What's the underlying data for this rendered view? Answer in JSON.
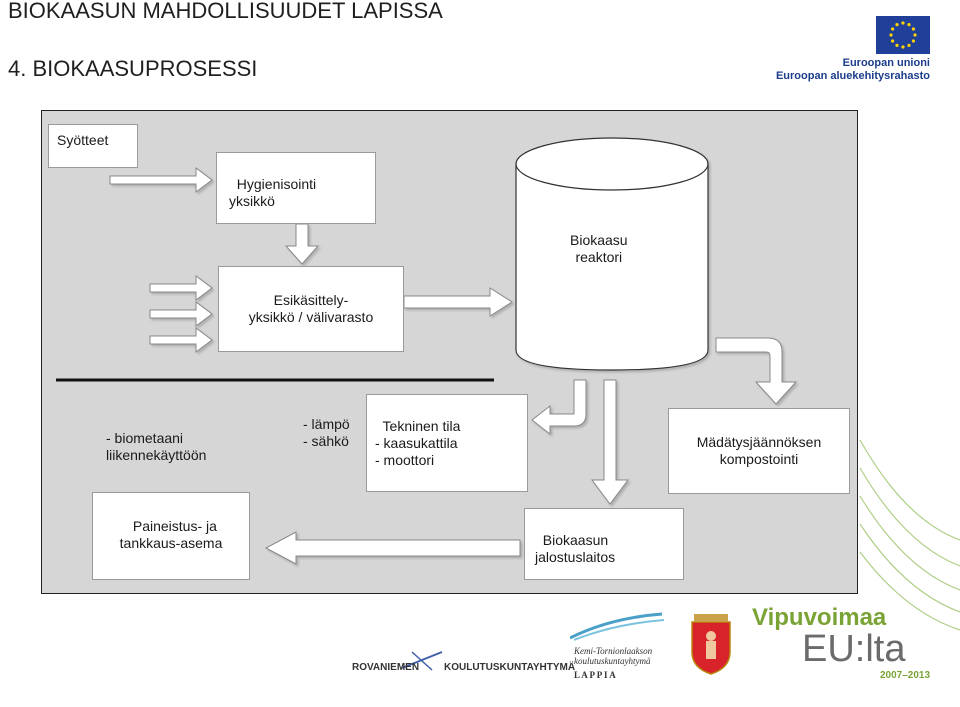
{
  "header": {
    "title": "BIOKAASUN MAHDOLLISUUDET LAPISSA",
    "subtitle": "4. BIOKAASUPROSESSI"
  },
  "eu_logo": {
    "line1": "Euroopan unioni",
    "line2": "Euroopan aluekehitysrahasto"
  },
  "diagram": {
    "feed_label": "Syötteet",
    "hygienisation": "Hygienisointi\nyksikkö",
    "pretreatment": "Esikäsittely-\nyksikkö / välivarasto",
    "reactor": "Biokaasu\nreaktori",
    "biomethane": "- biometaani\nliikennekäyttöön",
    "heat_power": "- lämpö\n- sähkö",
    "technical_room": "Tekninen tila\n- kaasukattila\n- moottori",
    "digestate": "Mädätysjäännöksen\nkompostointi",
    "pressure_station": "Paineistus- ja\ntankkaus-asema",
    "upgrading_plant": "Biokaasun\njalostuslaitos"
  },
  "footer": {
    "org1": "ROVANIEMEN",
    "org2": "KOULUTUSKUNTAYHTYMÄ",
    "kemi_line1": "Kemi-Tornionlaakson",
    "kemi_line2": "koulutuskuntayhtymä",
    "kemi_line3": "L A P P I A",
    "vipu_line1": "Vipuvoimaa",
    "vipu_line2": "EU:lta",
    "vipu_years": "2007–2013"
  },
  "colors": {
    "panel": "#d6d6d6",
    "eu_blue": "#1f3f99",
    "vipu_green": "#7aa335",
    "vipu_gray": "#6b6b6b"
  }
}
